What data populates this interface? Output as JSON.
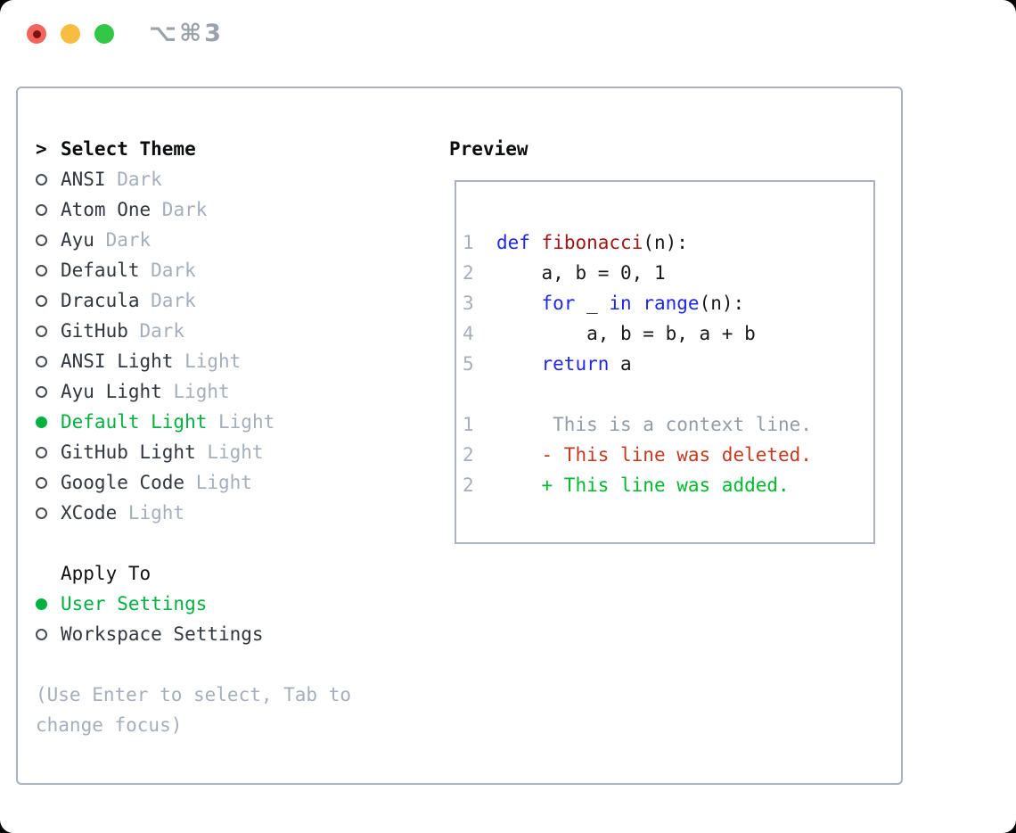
{
  "window": {
    "title": "⌥⌘3",
    "traffic_lights": {
      "close": "close",
      "minimize": "minimize",
      "zoom": "zoom"
    }
  },
  "theme_picker": {
    "header_marker": ">",
    "header": "Select Theme",
    "themes": [
      {
        "name": "ANSI",
        "variant": "Dark",
        "selected": false
      },
      {
        "name": "Atom One",
        "variant": "Dark",
        "selected": false
      },
      {
        "name": "Ayu",
        "variant": "Dark",
        "selected": false
      },
      {
        "name": "Default",
        "variant": "Dark",
        "selected": false
      },
      {
        "name": "Dracula",
        "variant": "Dark",
        "selected": false
      },
      {
        "name": "GitHub",
        "variant": "Dark",
        "selected": false
      },
      {
        "name": "ANSI Light",
        "variant": "Light",
        "selected": false
      },
      {
        "name": "Ayu Light",
        "variant": "Light",
        "selected": false
      },
      {
        "name": "Default Light",
        "variant": "Light",
        "selected": true
      },
      {
        "name": "GitHub Light",
        "variant": "Light",
        "selected": false
      },
      {
        "name": "Google Code",
        "variant": "Light",
        "selected": false
      },
      {
        "name": "XCode",
        "variant": "Light",
        "selected": false
      }
    ],
    "apply_to": {
      "header": "Apply To",
      "options": [
        {
          "label": "User Settings",
          "selected": true
        },
        {
          "label": "Workspace Settings",
          "selected": false
        }
      ]
    },
    "hint": "(Use Enter to select, Tab to change focus)"
  },
  "preview": {
    "header": "Preview",
    "code_lines": [
      {
        "num": "1",
        "tokens": [
          {
            "t": "  "
          },
          {
            "t": "def",
            "c": "kw"
          },
          {
            "t": " "
          },
          {
            "t": "fibonacci",
            "c": "fn"
          },
          {
            "t": "(n):"
          }
        ]
      },
      {
        "num": "2",
        "tokens": [
          {
            "t": "      a, b = 0, 1"
          }
        ]
      },
      {
        "num": "3",
        "tokens": [
          {
            "t": "      "
          },
          {
            "t": "for",
            "c": "kw"
          },
          {
            "t": " _ "
          },
          {
            "t": "in",
            "c": "kw"
          },
          {
            "t": " "
          },
          {
            "t": "range",
            "c": "kw"
          },
          {
            "t": "(n):"
          }
        ]
      },
      {
        "num": "4",
        "tokens": [
          {
            "t": "          a, b = b, a + b"
          }
        ]
      },
      {
        "num": "5",
        "tokens": [
          {
            "t": "      "
          },
          {
            "t": "return",
            "c": "kw"
          },
          {
            "t": " a"
          }
        ]
      },
      {
        "num": "",
        "tokens": []
      },
      {
        "num": "1",
        "tokens": [
          {
            "t": "       This is a context line.",
            "c": "ctx"
          }
        ]
      },
      {
        "num": "2",
        "tokens": [
          {
            "t": "      - This line was deleted.",
            "c": "del"
          }
        ]
      },
      {
        "num": "2",
        "tokens": [
          {
            "t": "      + This line was added.",
            "c": "add"
          }
        ]
      }
    ]
  },
  "colors": {
    "accent_green": "#00b140",
    "added_green": "#00ba2e",
    "keyword_blue": "#1f26f0",
    "function_red": "#a31515",
    "deleted_red": "#c53a1f",
    "context_gray": "#929da8",
    "muted_gray": "#a4afbb",
    "text_dark": "#31373e",
    "border_gray": "#a9b2be",
    "title_gray": "#9aa2ab",
    "traffic_red": "#f2655c",
    "traffic_red_dot": "#7c130c",
    "traffic_yellow": "#f7bd40",
    "traffic_green": "#33c748"
  }
}
